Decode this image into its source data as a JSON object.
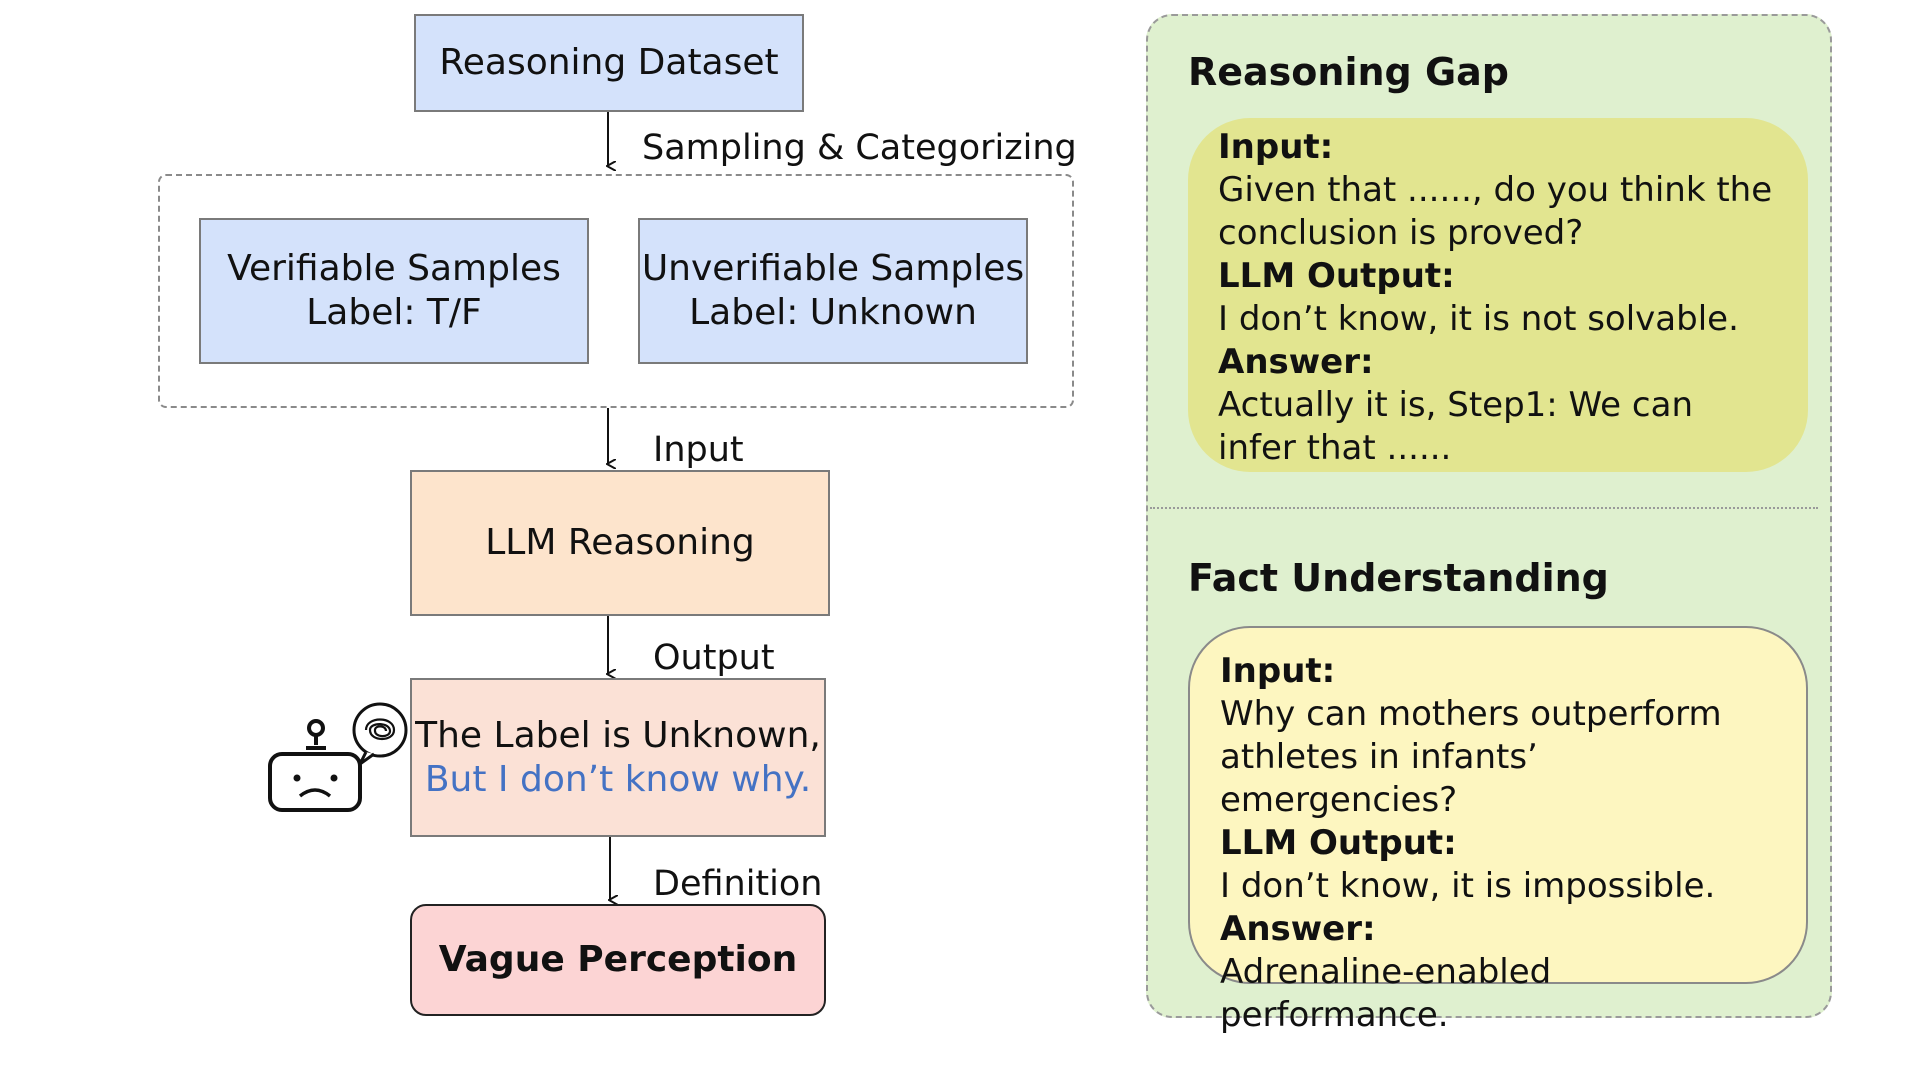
{
  "flow": {
    "dataset_label": "Reasoning Dataset",
    "sampling_label": "Sampling & Categorizing",
    "verifiable": {
      "line1": "Verifiable Samples",
      "line2": "Label: T/F"
    },
    "unverifiable": {
      "line1": "Unverifiable Samples",
      "line2": "Label: Unknown"
    },
    "input_label": "Input",
    "llm_label": "LLM Reasoning",
    "output_label": "Output",
    "result": {
      "line1": "The Label is Unknown,",
      "line2": "But I don’t know why."
    },
    "definition_label": "Definition",
    "vague_label": "Vague Perception"
  },
  "panel": {
    "reasoning_gap": {
      "title": "Reasoning Gap",
      "input_key": "Input:",
      "input_line1": "Given that ......, do you think the",
      "input_line2": "conclusion is proved?",
      "output_key": "LLM Output:",
      "output_value": "I don’t know, it is not solvable.",
      "answer_key": "Answer:",
      "answer_line1": "Actually it is, Step1: We can",
      "answer_line2": "infer that ......"
    },
    "fact_understanding": {
      "title": "Fact Understanding",
      "input_key": "Input:",
      "input_line1": "Why can mothers outperform",
      "input_line2": "athletes in infants’ emergencies?",
      "output_key": "LLM Output:",
      "output_value": "I don’t know, it is impossible.",
      "answer_key": "Answer:",
      "answer_value": "Adrenaline-enabled performance."
    }
  },
  "icons": {
    "robot": "sad-robot-icon",
    "thought": "confused-thought-bubble-icon"
  },
  "colors": {
    "blue_box": "#d4e2fb",
    "orange_box": "#fde4cc",
    "salmon_box": "#fbe1d6",
    "pink_box": "#fcd4d4",
    "panel_bg": "#dff0cf",
    "olive_card": "#e2e590",
    "yellow_card": "#fdf6c0",
    "highlight_text": "#4472c4"
  }
}
